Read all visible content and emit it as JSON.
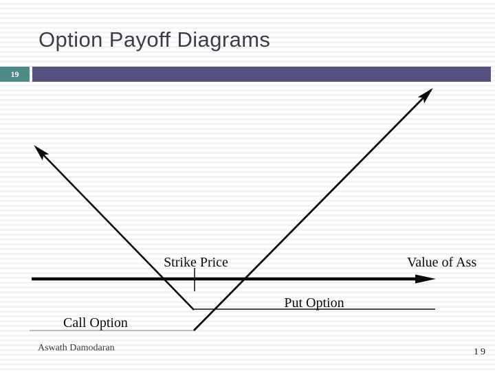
{
  "slide": {
    "title": "Option Payoff Diagrams",
    "slide_number": "19",
    "footer": {
      "author": "Aswath Damodaran",
      "page_number": "19"
    }
  },
  "diagram": {
    "labels": {
      "strike_price": "Strike Price",
      "value_axis": "Value of Ass",
      "put_option": "Put Option",
      "call_option": "Call Option"
    },
    "content": {
      "type": "payoff-diagram",
      "x_axis": "Value of Asset (label truncated at slide edge)",
      "put_payoff": "descending line with up-left arrow, kinks flat at strike price",
      "call_payoff": "flat thin line left of strike, ascending line with up-right arrow after strike",
      "strike_marker": "vertical tick crossing the horizontal axis"
    }
  },
  "colors": {
    "header_bar": "#555280",
    "slide_number_box": "#4d8b89",
    "title_text": "#3e3c45",
    "diagram_line": "#0b0b0b",
    "call_flat_line": "#9a9a9a",
    "background_stripe": "#f3f3f5"
  }
}
